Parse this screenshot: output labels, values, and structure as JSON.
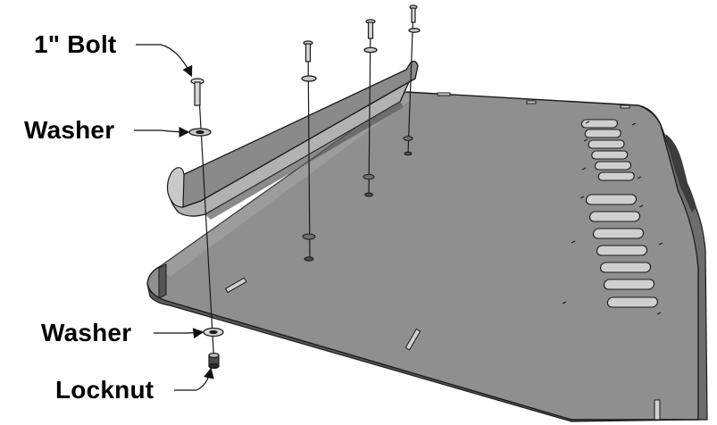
{
  "labels": {
    "bolt": "1\" Bolt",
    "washer_top": "Washer",
    "washer_bottom": "Washer",
    "locknut": "Locknut"
  },
  "colors": {
    "plate_top": "#8d8d8d",
    "plate_edge": "#5c5c5c",
    "plate_shadow": "#4a4a4a",
    "bracket": "#999999",
    "line": "#1a1a1a",
    "hardware": "#d0d0d0"
  }
}
